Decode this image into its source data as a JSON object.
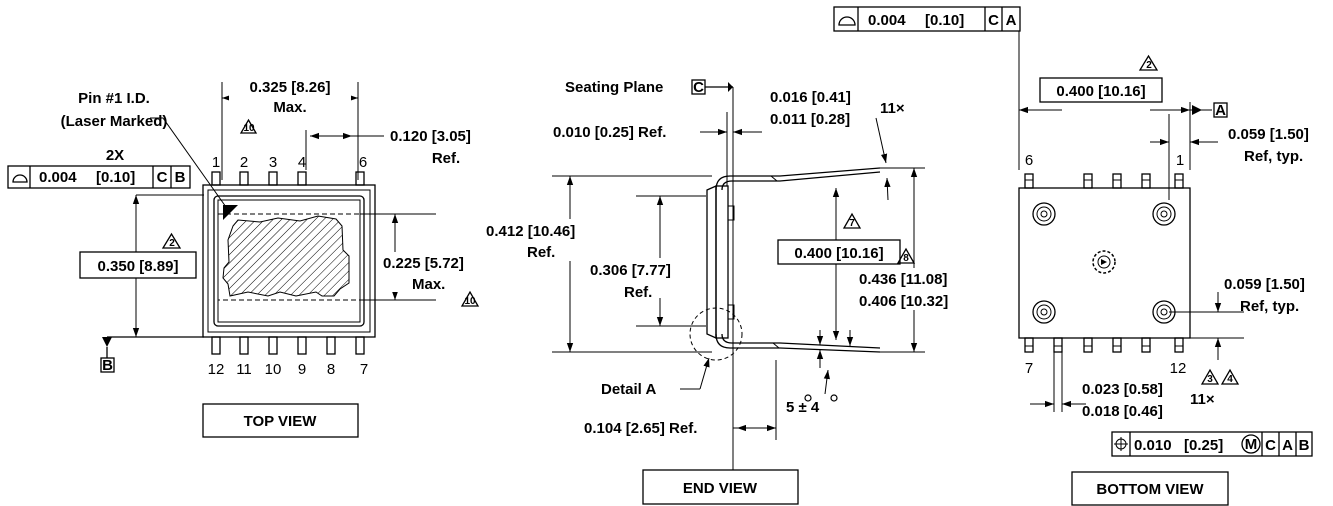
{
  "top_view": {
    "caption": "TOP VIEW",
    "pin1_label_line1": "Pin #1 I.D.",
    "pin1_label_line2": "(Laser Marked)",
    "width_dim": "0.325 [8.26]",
    "width_max": "Max.",
    "note_10a": "10",
    "pitch_dim": "0.120 [3.05]",
    "pitch_ref": "Ref.",
    "qty_2x": "2X",
    "flat_tol": "0.004",
    "flat_tol_mm": "[0.10]",
    "datum_c": "C",
    "datum_b": "B",
    "note_2": "2",
    "height_dim": "0.350 [8.89]",
    "window_dim": "0.225 [5.72]",
    "window_max": "Max.",
    "note_10b": "10",
    "datum_b_flag": "B",
    "top_pins": [
      "1",
      "2",
      "3",
      "4",
      "6"
    ],
    "bottom_pins": [
      "12",
      "11",
      "10",
      "9",
      "8",
      "7"
    ]
  },
  "end_view": {
    "caption": "END VIEW",
    "seating_plane": "Seating Plane",
    "datum_c_flag": "C",
    "lead_ref": "0.010 [0.25] Ref.",
    "lead_w1": "0.016 [0.41]",
    "lead_w2": "0.011 [0.28]",
    "lead_qty": "11×",
    "height_ref": "0.412 [10.46]",
    "height_ref_suffix": "Ref.",
    "body_ref": "0.306 [7.77]",
    "body_ref_suffix": "Ref.",
    "note_7": "7",
    "span_box": "0.400 [10.16]",
    "note_8": "8",
    "span_max": "0.436 [11.08]",
    "span_min": "0.406 [10.32]",
    "detail": "Detail A",
    "angle": "5 ± 4",
    "standoff": "0.104 [2.65] Ref."
  },
  "bottom_view": {
    "caption": "BOTTOM VIEW",
    "flat_tol": "0.004",
    "flat_tol_mm": "[0.10]",
    "datum_c": "C",
    "datum_a": "A",
    "note_2": "2",
    "width_box": "0.400 [10.16]",
    "datum_a_flag": "A",
    "edge_ref_1": "0.059 [1.50]",
    "edge_ref_1b": "Ref, typ.",
    "edge_ref_2": "0.059 [1.50]",
    "edge_ref_2b": "Ref, typ.",
    "pin_6": "6",
    "pin_1": "1",
    "pin_7": "7",
    "pin_12": "12",
    "lead_w1": "0.023 [0.58]",
    "lead_w2": "0.018 [0.46]",
    "lead_qty": "11×",
    "note_3": "3",
    "note_4": "4",
    "pos_tol": "0.010",
    "pos_tol_mm": "[0.25]",
    "mmc": "M",
    "pos_c": "C",
    "pos_a": "A",
    "pos_b": "B"
  }
}
